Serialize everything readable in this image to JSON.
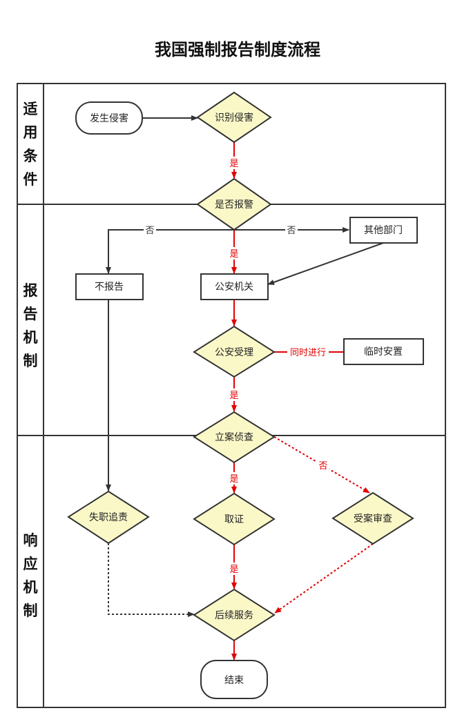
{
  "title": "我国强制报告制度流程",
  "lanes": [
    {
      "label": "适\n用\n条\n件"
    },
    {
      "label": "报\n告\n机\n制"
    },
    {
      "label": "响\n应\n机\n制"
    }
  ],
  "nodes": {
    "fasheng": "发生侵害",
    "shibie": "识别侵害",
    "shifou": "是否报警",
    "qita": "其他部门",
    "bubaogao": "不报告",
    "gongan": "公安机关",
    "shouli": "公安受理",
    "linshi": "临时安置",
    "lian": "立案侦查",
    "shizhi": "失职追责",
    "quzheng": "取证",
    "shoucha": "受案审查",
    "houxu": "后续服务",
    "jieshu": "结束"
  },
  "edges": {
    "yes1": "是",
    "no_left": "否",
    "no_right": "否",
    "yes2": "是",
    "tongshi": "同时进行",
    "yes3": "是",
    "no3": "否",
    "yes4": "是",
    "yes5": "是"
  },
  "colors": {
    "diamond_fill": "#fbf8c8",
    "red": "#e00000",
    "line": "#333333"
  }
}
